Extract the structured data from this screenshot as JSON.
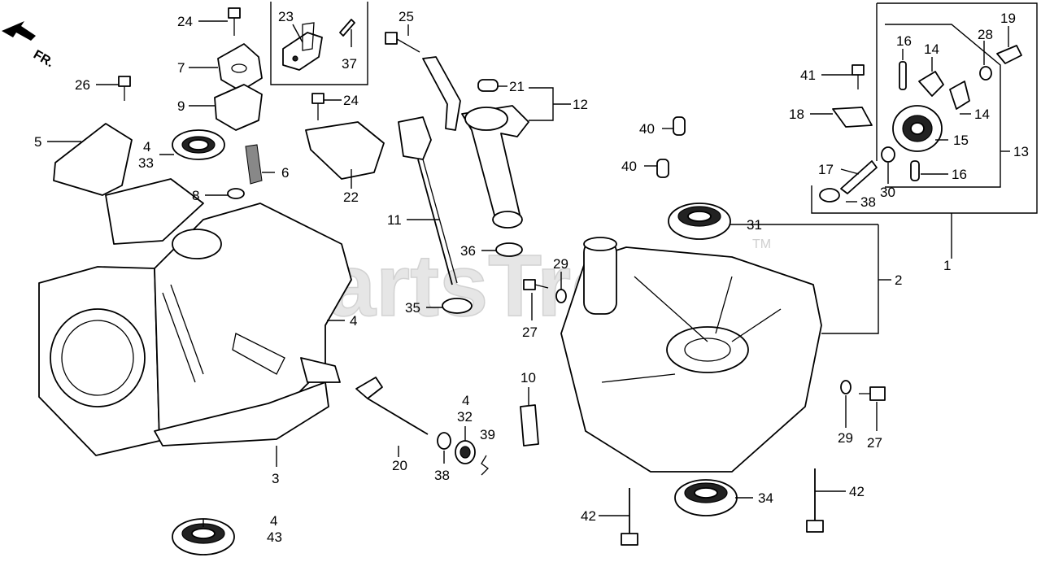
{
  "watermark": {
    "text": "PartsTree",
    "tm": "TM"
  },
  "direction": {
    "label": "FR."
  },
  "callouts": {
    "c1": "1",
    "c2": "2",
    "c3": "3",
    "c4a": "4",
    "c4b": "4",
    "c4c": "4",
    "c4d": "4",
    "c5": "5",
    "c6": "6",
    "c7": "7",
    "c8": "8",
    "c9": "9",
    "c10": "10",
    "c11": "11",
    "c12": "12",
    "c13": "13",
    "c14a": "14",
    "c14b": "14",
    "c15": "15",
    "c16a": "16",
    "c16b": "16",
    "c17": "17",
    "c18": "18",
    "c19": "19",
    "c20": "20",
    "c21": "21",
    "c22": "22",
    "c23": "23",
    "c24a": "24",
    "c24b": "24",
    "c25": "25",
    "c26": "26",
    "c27a": "27",
    "c27b": "27",
    "c28": "28",
    "c29a": "29",
    "c29b": "29",
    "c30": "30",
    "c31": "31",
    "c32": "32",
    "c33": "33",
    "c34": "34",
    "c35": "35",
    "c36": "36",
    "c37": "37",
    "c38a": "38",
    "c38b": "38",
    "c39": "39",
    "c40a": "40",
    "c40b": "40",
    "c41": "41",
    "c42a": "42",
    "c42b": "42",
    "c43": "43"
  }
}
